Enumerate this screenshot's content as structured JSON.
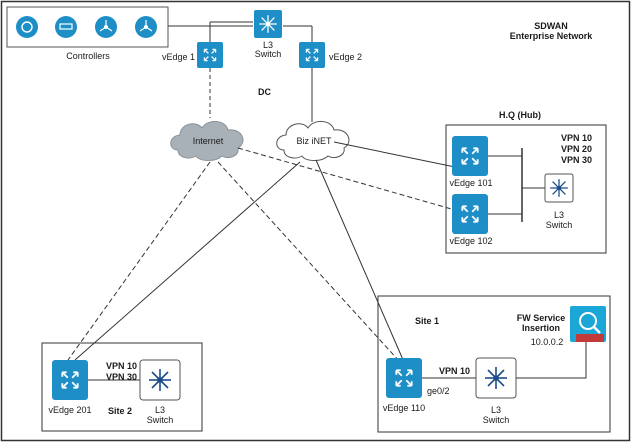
{
  "title": {
    "line1": "SDWAN",
    "line2": "Enterprise Network"
  },
  "dc": {
    "label": "DC"
  },
  "controllers": {
    "label": "Controllers",
    "icons": [
      "vmanage-icon",
      "vbond-icon",
      "vsmart-icon",
      "vsmart-icon"
    ]
  },
  "dc_switch": {
    "line1": "L3",
    "line2": "Switch"
  },
  "vedge1": {
    "label": "vEdge 1"
  },
  "vedge2": {
    "label": "vEdge 2"
  },
  "internet": {
    "label": "Internet"
  },
  "biznet": {
    "label": "Biz iNET"
  },
  "hq": {
    "title": "H.Q (Hub)",
    "vpns": [
      "VPN 10",
      "VPN 20",
      "VPN 30"
    ],
    "vedge101": "vEdge 101",
    "vedge102": "vEdge 102",
    "switch": {
      "line1": "L3",
      "line2": "Switch"
    }
  },
  "site1": {
    "title": "Site 1",
    "fw": {
      "line1": "FW Service",
      "line2": "Insertion",
      "ip": "10.0.0.2"
    },
    "vpn": "VPN 10",
    "port": "ge0/2",
    "vedge": "vEdge 110",
    "switch": {
      "line1": "L3",
      "line2": "Switch"
    }
  },
  "site2": {
    "title": "Site 2",
    "vpns": [
      "VPN 10",
      "VPN 30"
    ],
    "vedge": "vEdge 201",
    "switch": {
      "line1": "L3",
      "line2": "Switch"
    }
  },
  "colors": {
    "vedge": "#1d8fc6",
    "switch": "#1d8fc6",
    "cloud": "#9aa3ac",
    "firewall": "#1aa6d6"
  }
}
